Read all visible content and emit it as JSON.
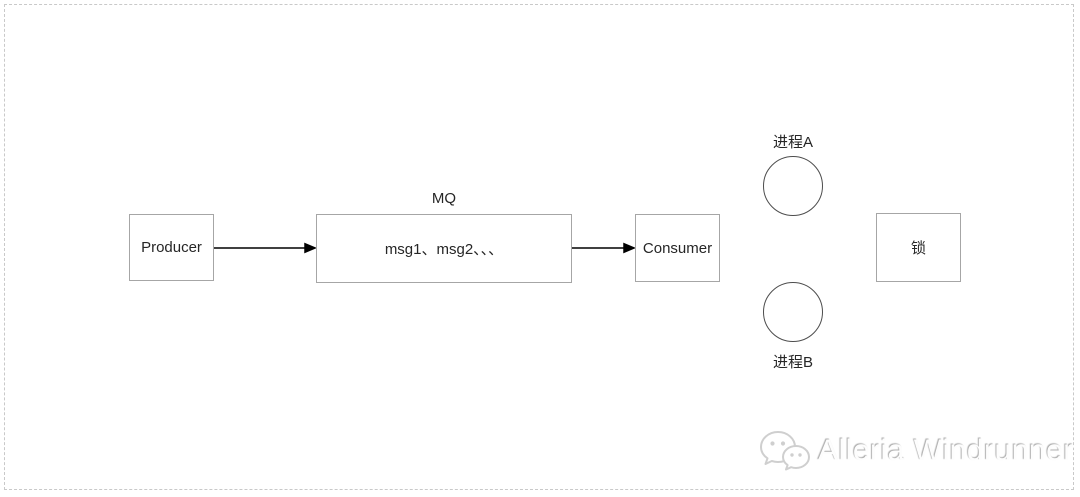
{
  "diagram": {
    "producer": {
      "label": "Producer"
    },
    "mq": {
      "title": "MQ",
      "content": "msg1、msg2、、、"
    },
    "consumer": {
      "label": "Consumer"
    },
    "process_a": {
      "label": "进程A"
    },
    "process_b": {
      "label": "进程B"
    },
    "lock": {
      "label": "锁"
    },
    "edges": [
      {
        "from": "producer",
        "to": "mq",
        "style": "solid-arrow"
      },
      {
        "from": "mq",
        "to": "consumer",
        "style": "solid-arrow"
      }
    ]
  },
  "watermark": {
    "icon": "wechat-icon",
    "text": "Alleria Windrunner"
  },
  "colors": {
    "background": "#ffffff",
    "page_border_dash": "#c9c9c9",
    "box_border": "#a6a6a6",
    "circle_border": "#4d4d4d",
    "arrow": "#000000",
    "text": "#262626",
    "watermark_shadow": "#9e9e9e"
  }
}
